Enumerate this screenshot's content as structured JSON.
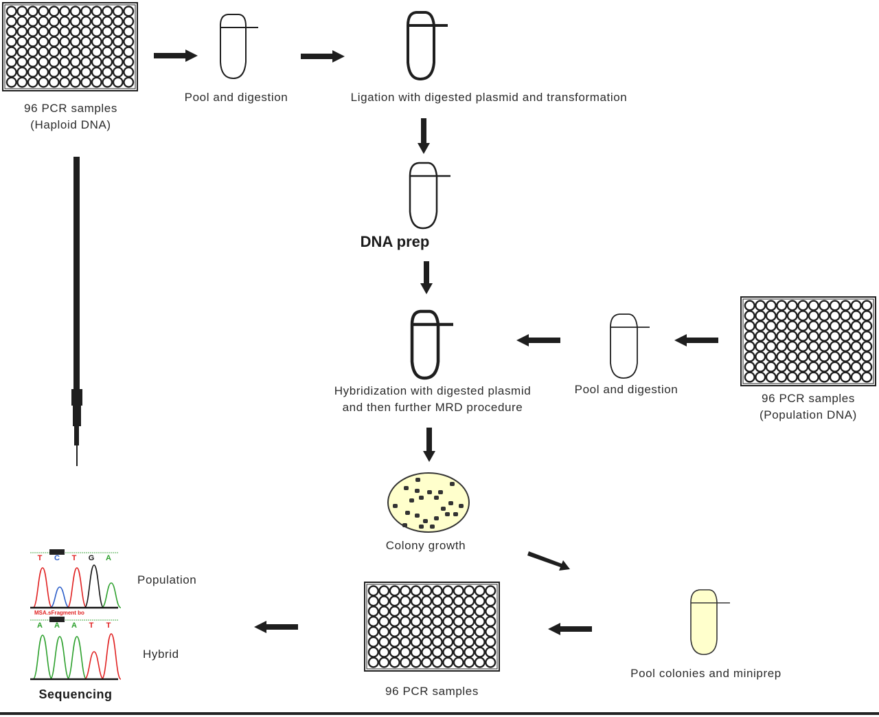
{
  "diagram": {
    "nodes": {
      "haploid_plate": {
        "line1": "96 PCR samples",
        "line2": "(Haploid DNA)"
      },
      "pool_digestion_top": {
        "label": "Pool and digestion"
      },
      "ligation": {
        "label": "Ligation with digested plasmid and transformation"
      },
      "dna_prep": {
        "label": "DNA prep"
      },
      "hybridization": {
        "line1": "Hybridization with digested plasmid",
        "line2": "and then further MRD procedure"
      },
      "pool_digestion_right": {
        "label": "Pool and digestion"
      },
      "population_plate": {
        "line1": "96 PCR samples",
        "line2": "(Population DNA)"
      },
      "colony_growth": {
        "label": "Colony growth"
      },
      "pcr_plate_bottom": {
        "label": "96 PCR samples"
      },
      "miniprep": {
        "label": "Pool colonies and miniprep"
      },
      "sequencing": {
        "title": "Sequencing",
        "population_label": "Population",
        "hybrid_label": "Hybrid",
        "population_bases": [
          "T",
          "C",
          "T",
          "G",
          "A"
        ],
        "hybrid_bases": [
          "A",
          "A",
          "A",
          "T",
          "T"
        ],
        "divider_text": "MSA.sFragment bo"
      }
    },
    "colors": {
      "ink": "#1e1e1e",
      "plate_fill": "#ffffcc",
      "trace_A": "#2ca02c",
      "trace_C": "#2a5dc9",
      "trace_G": "#111111",
      "trace_T": "#e02020"
    }
  }
}
